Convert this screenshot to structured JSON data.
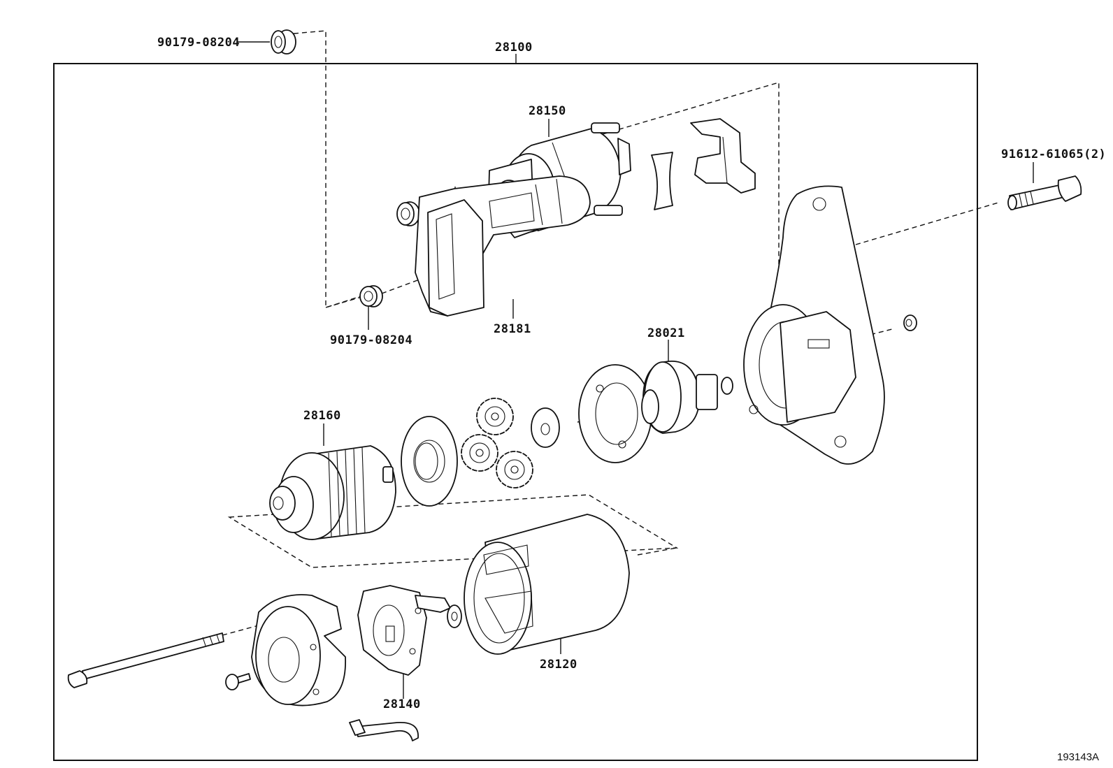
{
  "diagram_code": "193143A",
  "assembly": {
    "part_number": "28100"
  },
  "callouts": {
    "nut_top": "90179-08204",
    "magnetic_switch": "28150",
    "lever_housing": "28181",
    "nut_lower": "90179-08204",
    "through_bolt": "91612-61065(2)",
    "clutch": "28021",
    "armature": "28160",
    "yoke": "28120",
    "brush_holder": "28140"
  }
}
